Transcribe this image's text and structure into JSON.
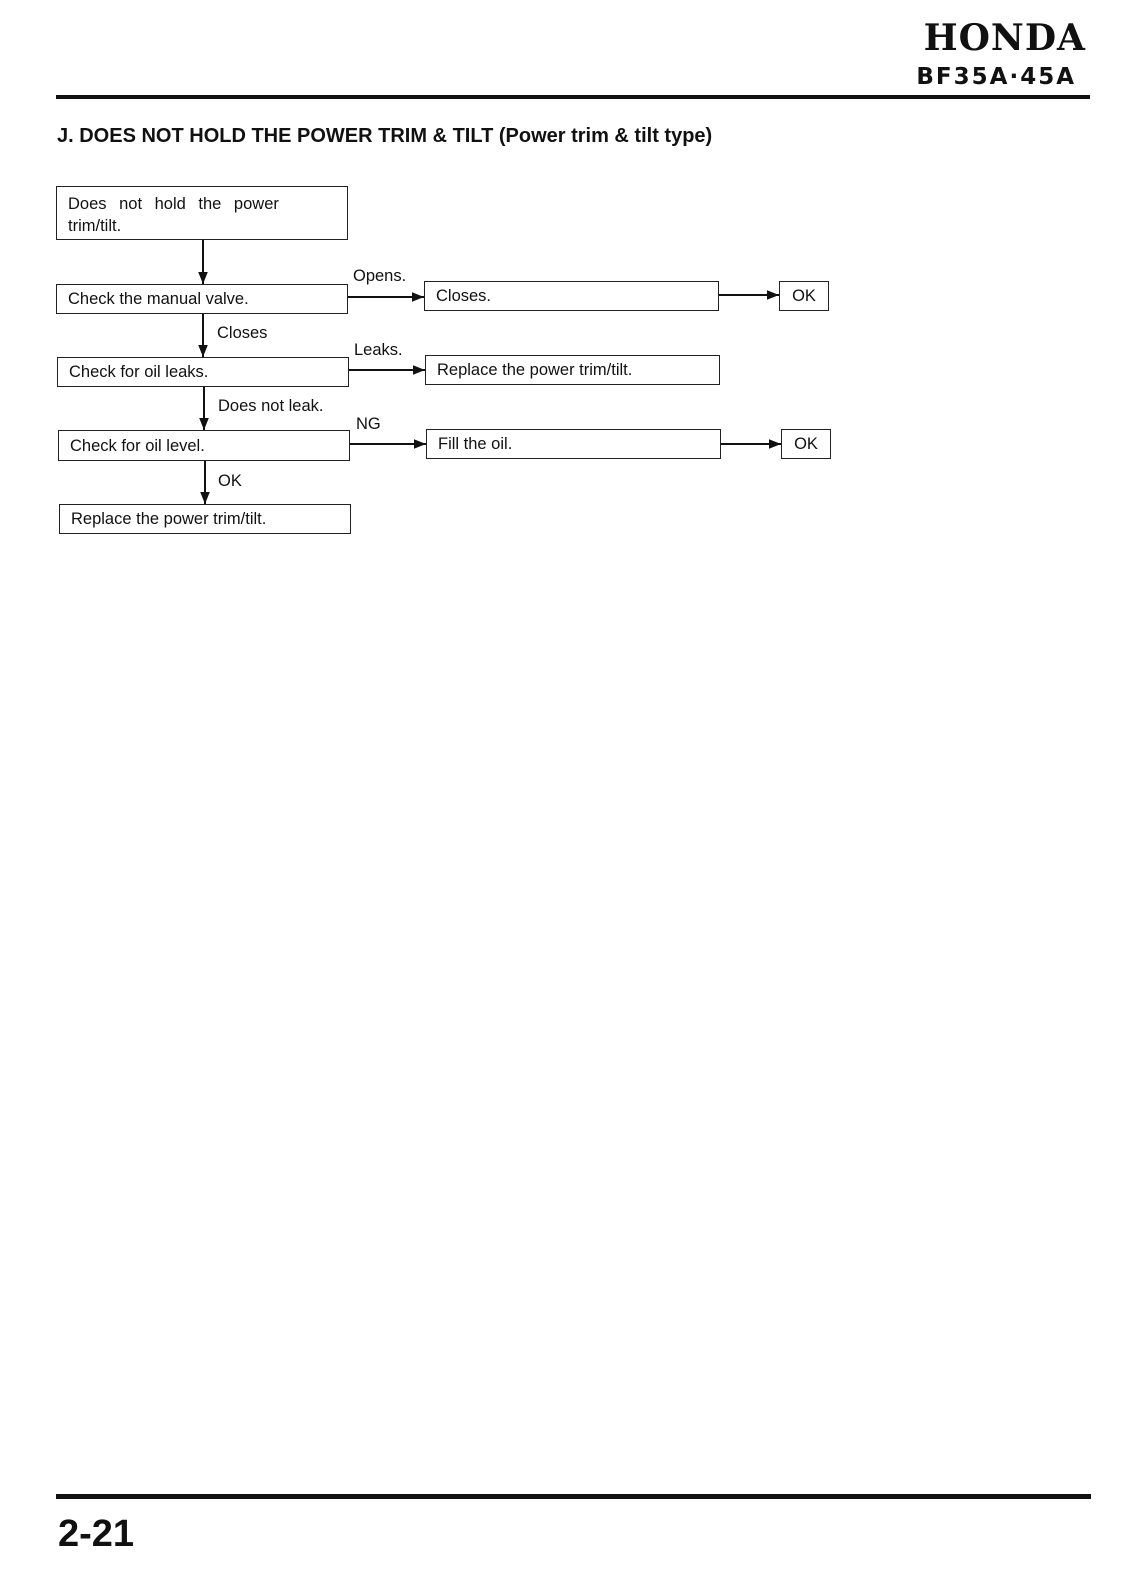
{
  "header": {
    "brand": "HONDA",
    "model": "BF35A·45A"
  },
  "section_title": "J. DOES NOT HOLD THE POWER TRIM & TILT (Power trim & tilt type)",
  "flowchart": {
    "boxes": {
      "start": "Does not hold the power trim/tilt.",
      "check_manual_valve": "Check the manual valve.",
      "closes_valve": "Closes.",
      "ok_1": "OK",
      "check_oil_leaks": "Check for oil leaks.",
      "replace_trim_tilt_1": "Replace the power trim/tilt.",
      "check_oil_level": "Check for oil level.",
      "fill_oil": "Fill the oil.",
      "ok_2": "OK",
      "replace_trim_tilt_2": "Replace the power trim/tilt."
    },
    "labels": {
      "opens": "Opens.",
      "closes": "Closes",
      "leaks": "Leaks.",
      "does_not_leak": "Does not leak.",
      "ng": "NG",
      "ok": "OK"
    }
  },
  "footer": {
    "page_number": "2-21"
  }
}
